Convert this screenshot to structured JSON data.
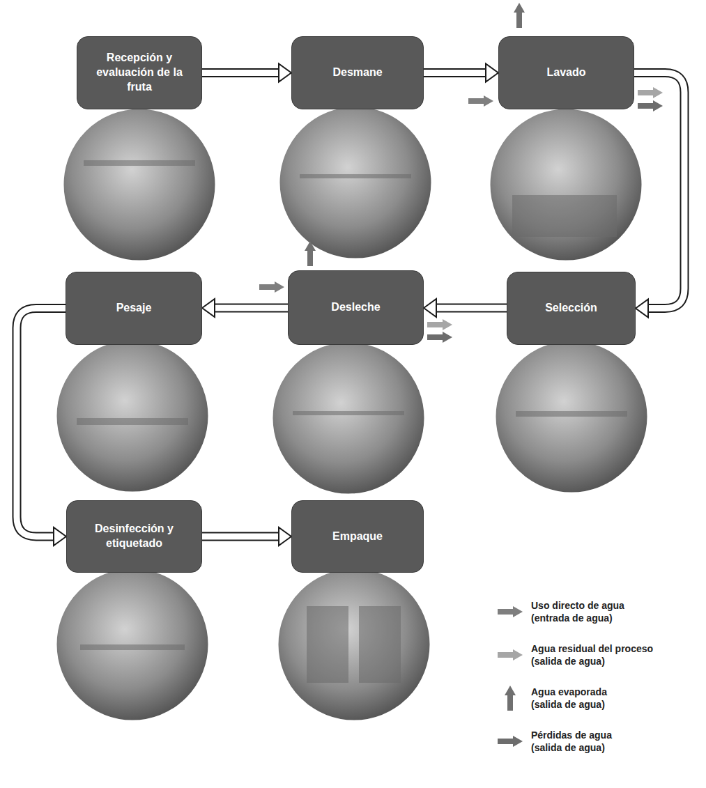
{
  "diagram": {
    "nodes": [
      {
        "text": [
          "Recepción y evaluación de la fruta"
        ]
      },
      {
        "text": [
          "Desmane"
        ]
      },
      {
        "text": [
          "Lavado"
        ]
      },
      {
        "text": [
          "Selección"
        ]
      },
      {
        "text": [
          "Desleche"
        ]
      },
      {
        "text": [
          "Pesaje"
        ]
      },
      {
        "text": [
          "Desinfección y etiquetado"
        ]
      },
      {
        "text": [
          "Empaque"
        ]
      }
    ],
    "edges": [
      {
        "from": 0,
        "to": 1,
        "arrow": "to"
      },
      {
        "from": 1,
        "to": 2,
        "arrow": "to"
      },
      {
        "from": 2,
        "to": 3,
        "arrow": "to"
      },
      {
        "from": 3,
        "to": 4,
        "arrow": "to"
      },
      {
        "from": 4,
        "to": 5,
        "arrow": "to"
      },
      {
        "from": 5,
        "to": 6,
        "arrow": "to"
      },
      {
        "from": 6,
        "to": 7,
        "arrow": "to"
      }
    ],
    "legend": [
      {
        "text": "Uso directo de agua (entrada de agua)"
      },
      {
        "text": "Agua residual del proceso (salida de agua)"
      },
      {
        "text": "Agua evaporada (salida de agua)"
      },
      {
        "text": "Pérdidas de agua (salida de agua)"
      }
    ]
  }
}
